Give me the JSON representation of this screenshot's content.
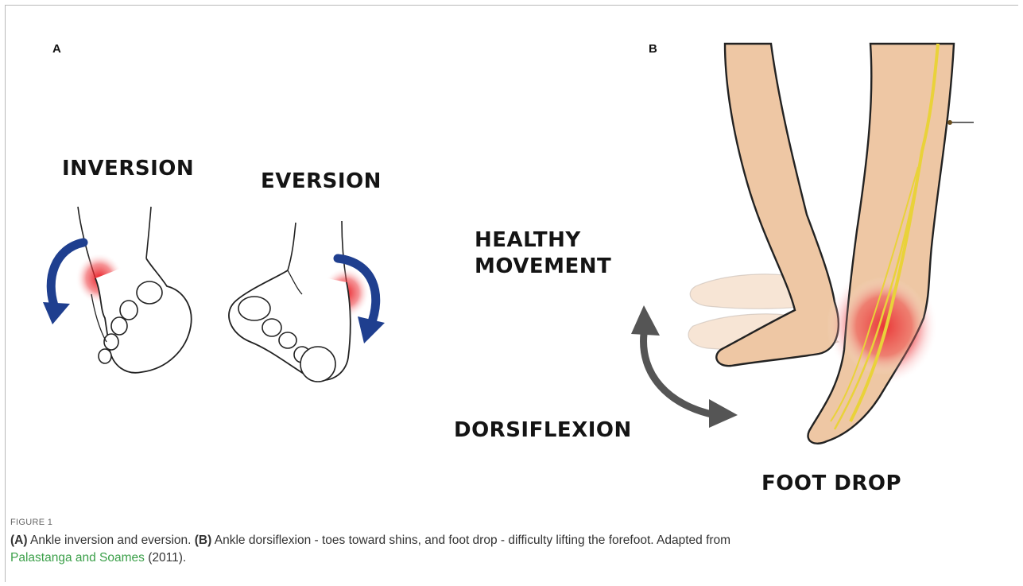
{
  "figure": {
    "panel_a_letter": "A",
    "panel_b_letter": "B",
    "labels": {
      "inversion": "INVERSION",
      "eversion": "EVERSION",
      "healthy_movement_line1": "HEALTHY",
      "healthy_movement_line2": "MOVEMENT",
      "dorsiflexion": "DORSIFLEXION",
      "foot_drop": "FOOT DROP"
    },
    "colors": {
      "arrow_blue": "#1f3f8f",
      "pain_red": "#e8141c",
      "skin": "#eec7a4",
      "nerve_yellow": "#e9d23a",
      "arrow_gray": "#555555",
      "link_green": "#3a9f48"
    }
  },
  "caption": {
    "figure_number": "FIGURE 1",
    "part_a_label": "(A)",
    "part_a_text": " Ankle inversion and eversion. ",
    "part_b_label": "(B)",
    "part_b_text": " Ankle dorsiflexion - toes toward shins, and foot drop - difficulty lifting the forefoot. Adapted from ",
    "reference_link": "Palastanga and Soames",
    "reference_year": "(2011)",
    "trailing": "."
  }
}
